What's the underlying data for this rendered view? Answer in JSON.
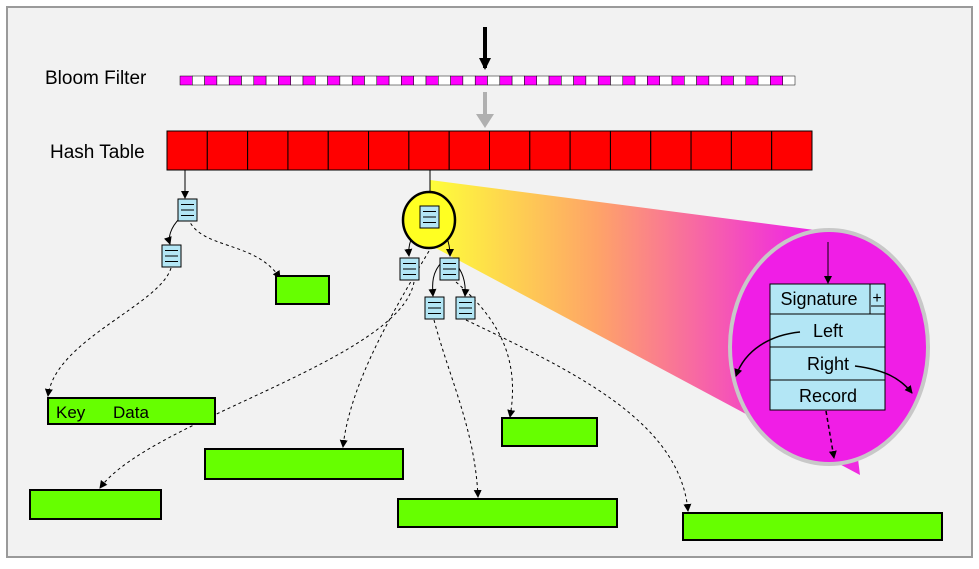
{
  "labels": {
    "bloom_filter": "Bloom Filter",
    "hash_table": "Hash Table"
  },
  "node": {
    "signature": "Signature",
    "plus": "+",
    "left": "Left",
    "right": "Right",
    "record": "Record"
  },
  "record_example": {
    "key": "Key",
    "data": "Data"
  },
  "bloom_filter": {
    "cell_count": 50
  },
  "hash_table": {
    "bucket_count": 16
  },
  "colors": {
    "background": "#f2f2f2",
    "frame": "#9a9a9a",
    "bloom_set": "#ff00ff",
    "bloom_clear": "#ffffff",
    "bucket": "#ff0000",
    "record": "#66ff00",
    "tree_node": "#b3e6f5",
    "highlight": "#ffff22",
    "zoom_fill": "#f01ee6",
    "zoom_ring": "#c8c8c8"
  }
}
